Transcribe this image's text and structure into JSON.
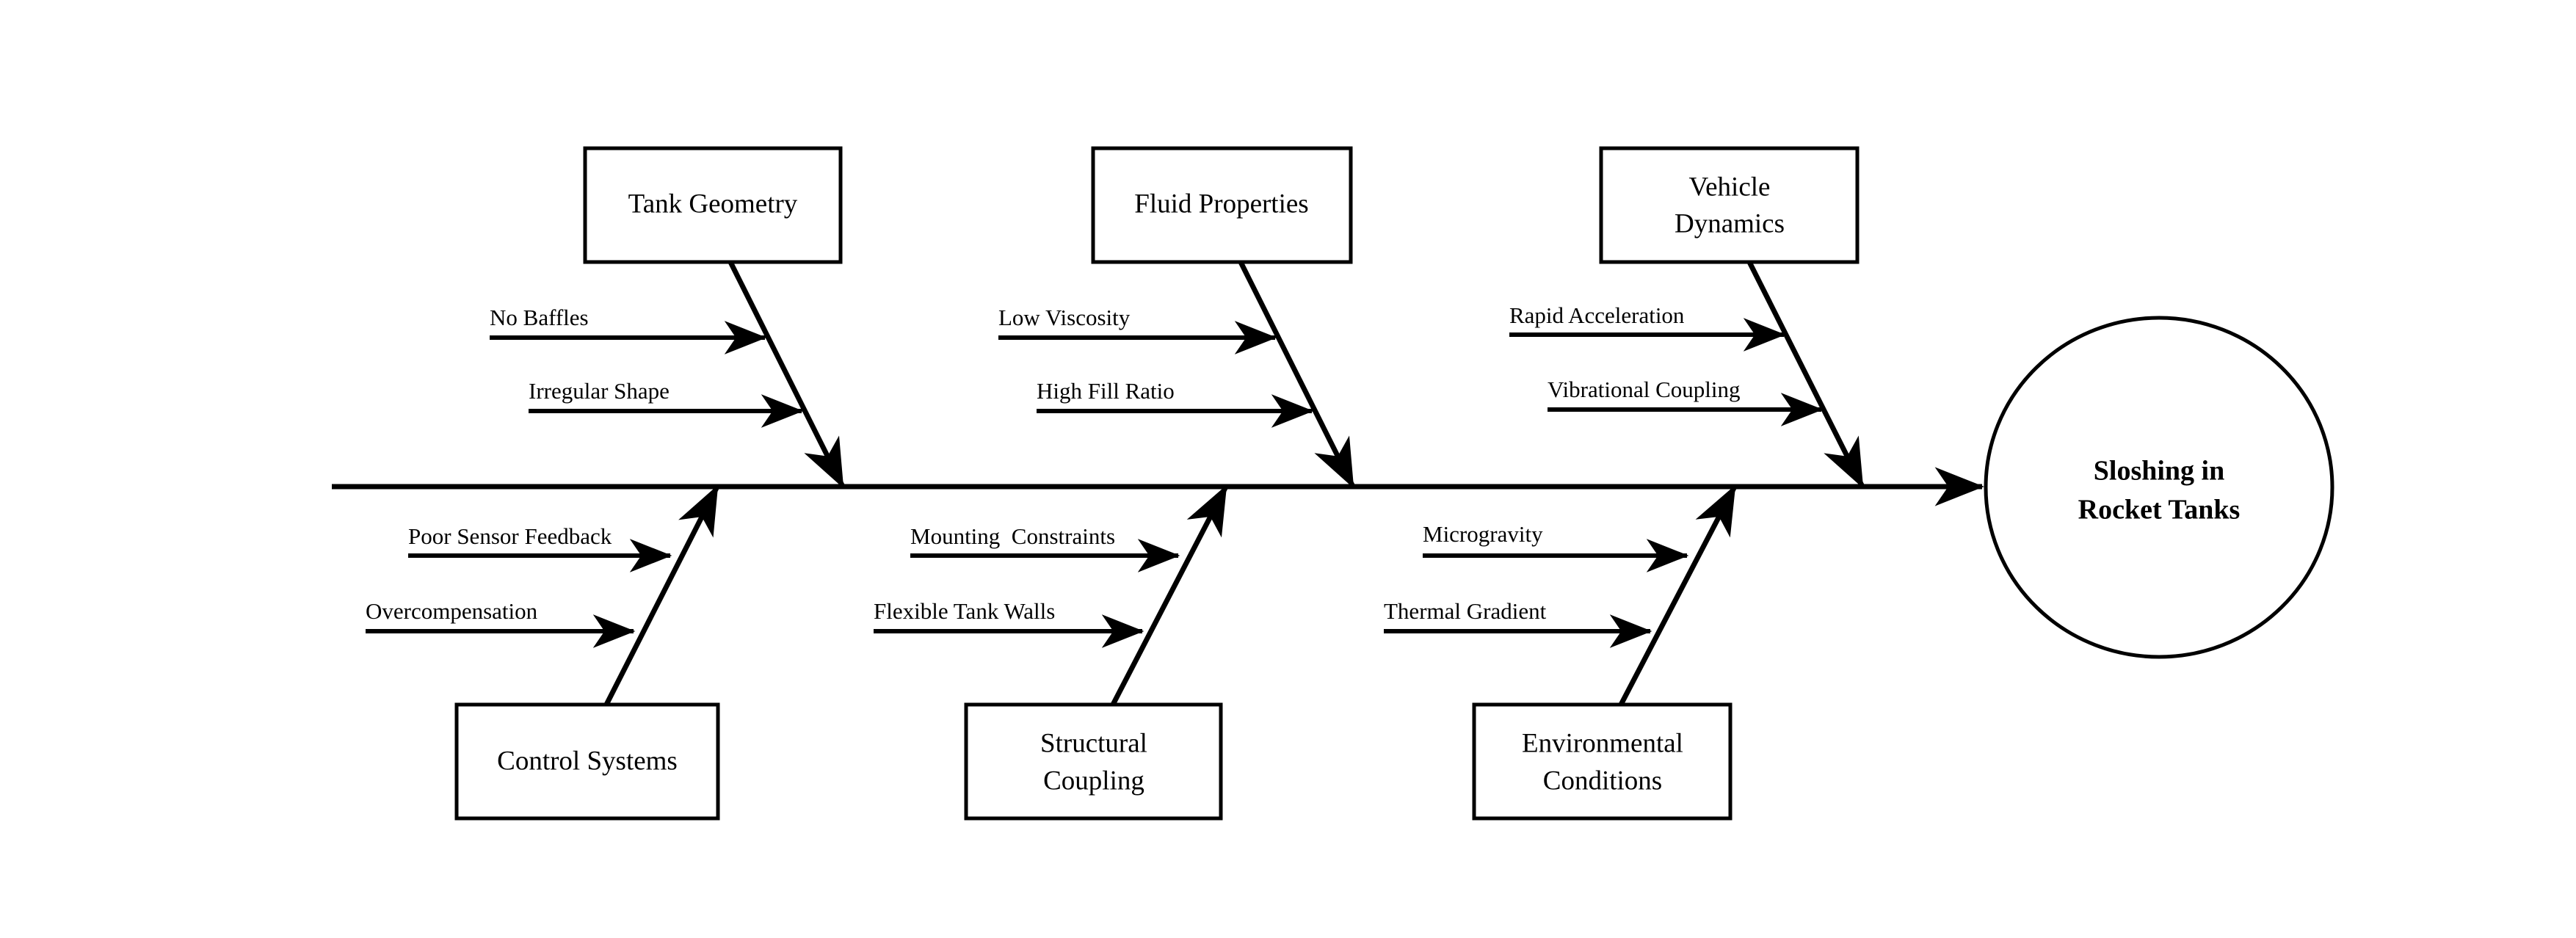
{
  "diagram": {
    "type": "fishbone",
    "effect": {
      "label_line1": "Sloshing in",
      "label_line2": "Rocket Tanks"
    },
    "categories": [
      {
        "id": "tank-geometry",
        "label_line1": "Tank Geometry",
        "label_line2": "",
        "side": "top",
        "causes": [
          "No Baffles",
          "Irregular Shape"
        ]
      },
      {
        "id": "fluid-properties",
        "label_line1": "Fluid Properties",
        "label_line2": "",
        "side": "top",
        "causes": [
          "Low Viscosity",
          "High Fill Ratio"
        ]
      },
      {
        "id": "vehicle-dynamics",
        "label_line1": "Vehicle",
        "label_line2": "Dynamics",
        "side": "top",
        "causes": [
          "Rapid Acceleration",
          "Vibrational Coupling"
        ]
      },
      {
        "id": "control-systems",
        "label_line1": "Control Systems",
        "label_line2": "",
        "side": "bottom",
        "causes": [
          "Poor Sensor Feedback",
          "Overcompensation"
        ]
      },
      {
        "id": "structural-coupling",
        "label_line1": "Structural",
        "label_line2": "Coupling",
        "side": "bottom",
        "causes": [
          "Mounting  Constraints",
          "Flexible Tank Walls"
        ]
      },
      {
        "id": "environmental-conditions",
        "label_line1": "Environmental",
        "label_line2": "Conditions",
        "side": "bottom",
        "causes": [
          "Microgravity",
          "Thermal Gradient"
        ]
      }
    ],
    "colors": {
      "line": "#000000",
      "background": "#ffffff",
      "text": "#000000"
    }
  }
}
